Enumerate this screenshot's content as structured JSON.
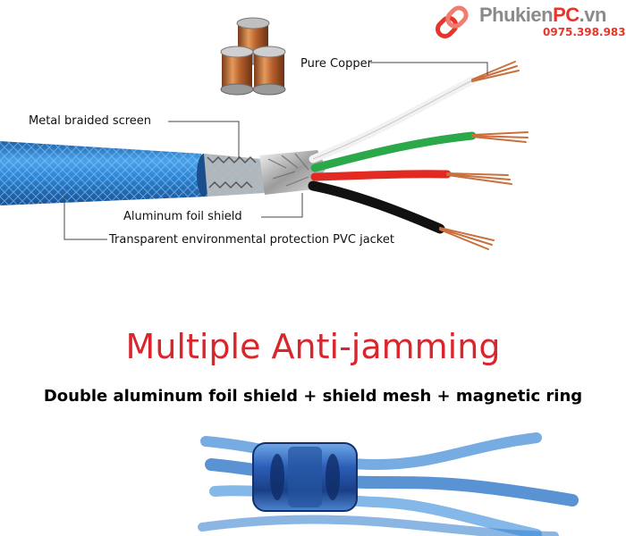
{
  "brand": {
    "name_prefix": "Phukien",
    "name_accent": "PC",
    "name_suffix": ".vn",
    "phone": "0975.398.983",
    "accent_color": "#e8352b"
  },
  "diagram": {
    "labels": {
      "pure_copper": "Pure Copper",
      "braided_screen": "Metal braided screen",
      "foil_shield": "Aluminum foil shield",
      "pvc_jacket": "Transparent environmental protection PVC jacket"
    }
  },
  "headline": "Multiple Anti-jamming",
  "subheadline": "Double aluminum foil shield + shield mesh + magnetic ring",
  "colors": {
    "headline": "#d9262c",
    "cable_blue": "#2f86d6",
    "wire_red": "#e02a22",
    "wire_green": "#2aa84a",
    "wire_white": "#f2f2f2",
    "wire_black": "#111111",
    "copper": "#c8703e"
  }
}
